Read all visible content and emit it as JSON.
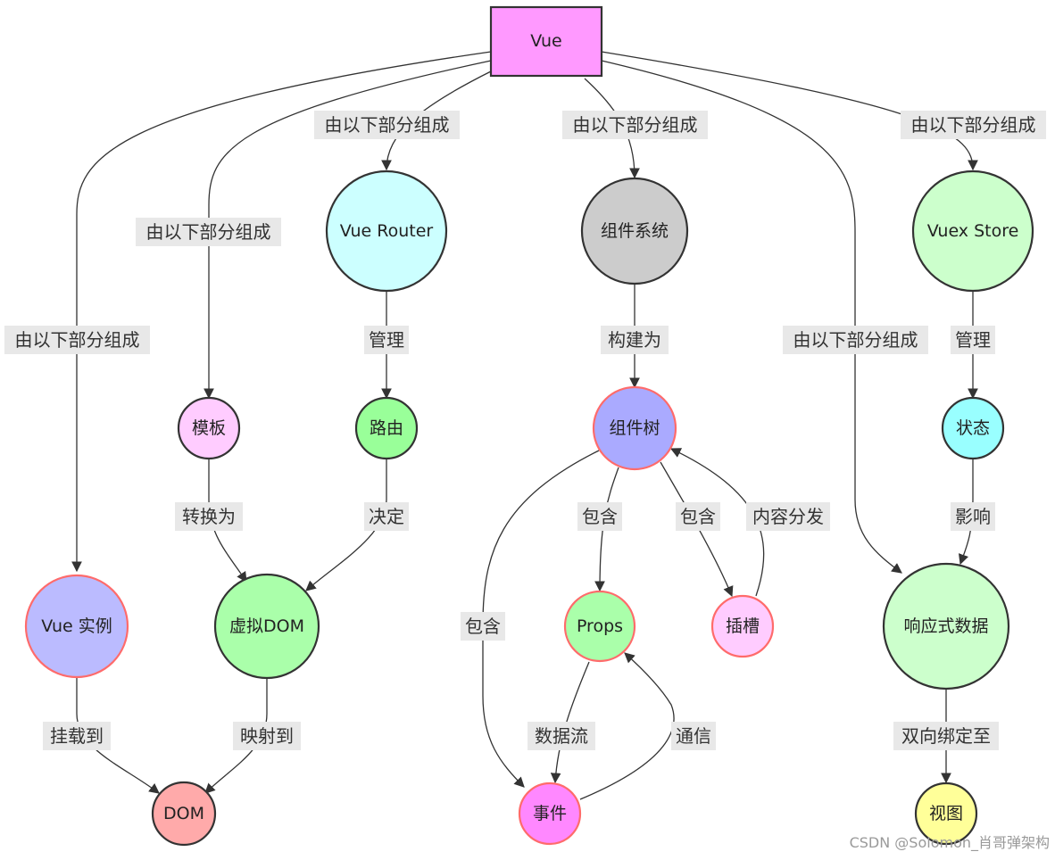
{
  "diagram": {
    "nodes": {
      "vue": "Vue",
      "vue_router": "Vue Router",
      "component_system": "组件系统",
      "vuex_store": "Vuex Store",
      "template": "模板",
      "route": "路由",
      "component_tree": "组件树",
      "state": "状态",
      "vue_instance": "Vue 实例",
      "virtual_dom": "虚拟DOM",
      "props": "Props",
      "slot": "插槽",
      "reactive_data": "响应式数据",
      "dom": "DOM",
      "event": "事件",
      "view": "视图"
    },
    "edges": {
      "consists_of": "由以下部分组成",
      "manage": "管理",
      "build_as": "构建为",
      "convert_to": "转换为",
      "decide": "决定",
      "contain": "包含",
      "content_distribution": "内容分发",
      "influence": "影响",
      "mount_to": "挂载到",
      "map_to": "映射到",
      "data_flow": "数据流",
      "communicate": "通信",
      "two_way_bind": "双向绑定至"
    },
    "colors": {
      "vue": "#ff99ff",
      "vue_router": "#ccffff",
      "component_system": "#cccccc",
      "vuex_store": "#ccffcc",
      "template": "#ffccff",
      "route": "#99ff99",
      "component_tree": "#aaaaff",
      "state": "#99ffff",
      "vue_instance": "#bbbbff",
      "virtual_dom": "#aaffaa",
      "props": "#aaffaa",
      "slot": "#ffccff",
      "reactive_data": "#ccffcc",
      "dom": "#ffaaaa",
      "event": "#ff88ff",
      "view": "#ffff99",
      "highlight_stroke": "#ff6b6b"
    }
  },
  "watermark": "CSDN @Solomon_肖哥弹架构"
}
